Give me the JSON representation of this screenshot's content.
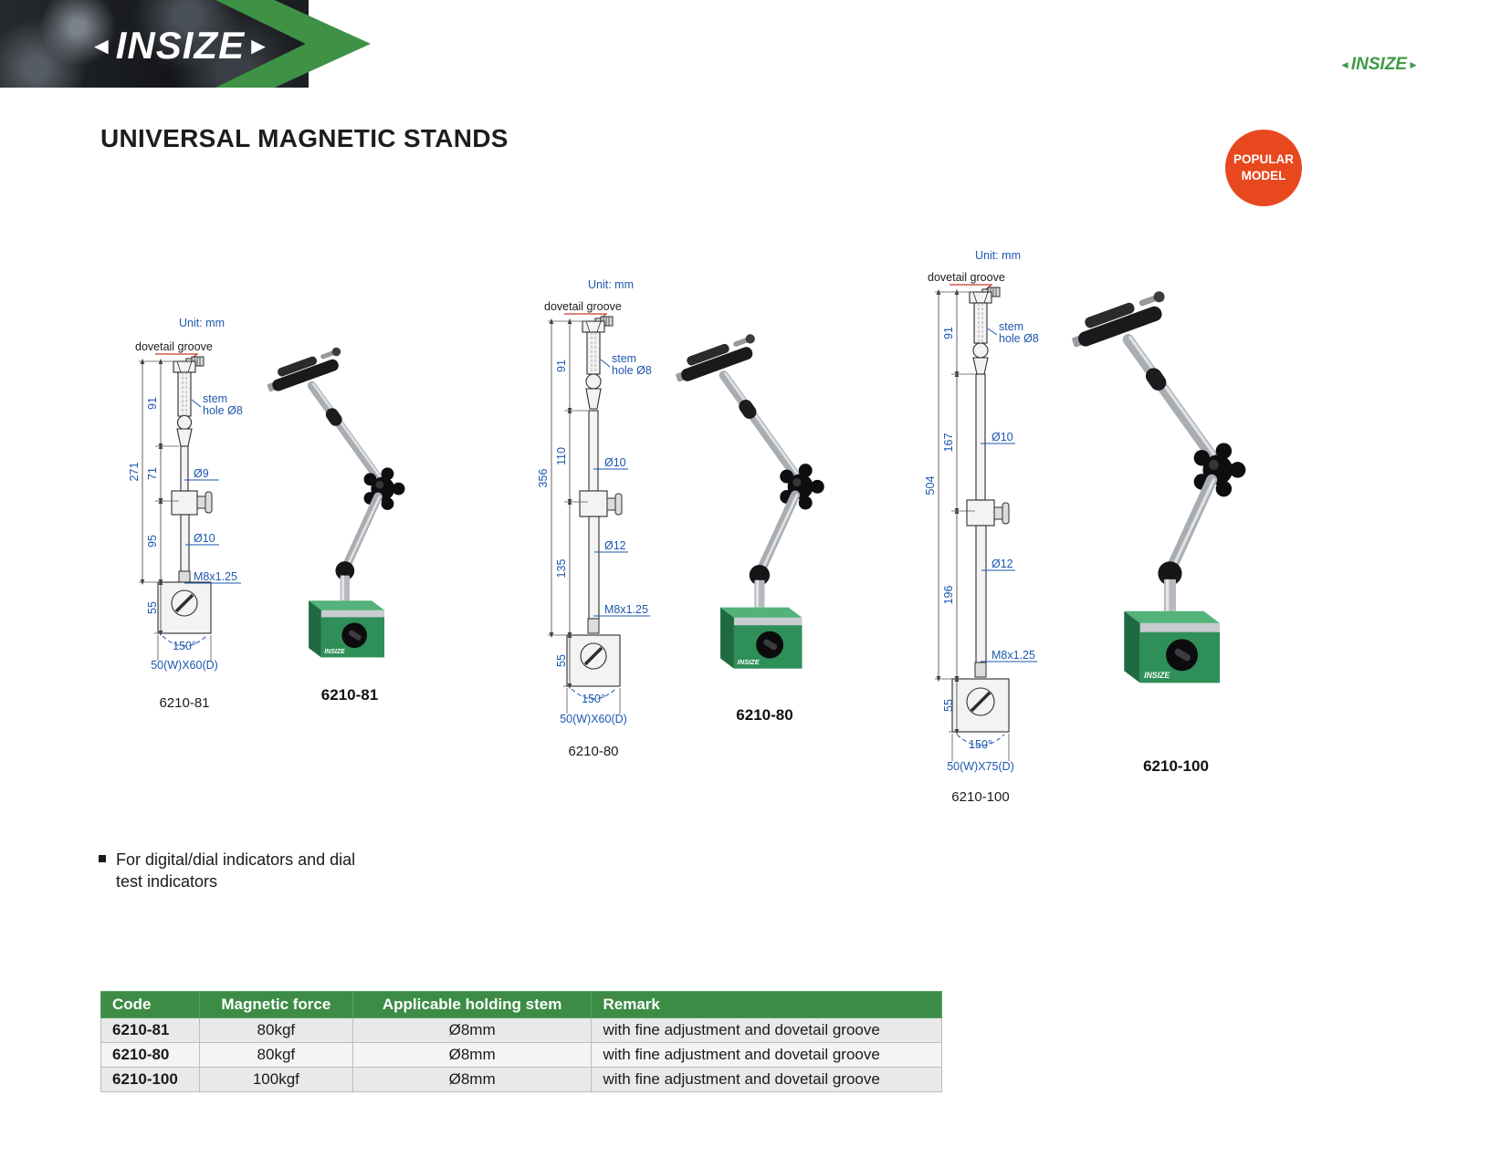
{
  "header": {
    "brand": "INSIZE",
    "brand_right": "INSIZE"
  },
  "page": {
    "title": "UNIVERSAL MAGNETIC STANDS",
    "badge_line1": "POPULAR",
    "badge_line2": "MODEL",
    "note_line1": "For digital/dial indicators and dial",
    "note_line2": "test indicators"
  },
  "colors": {
    "brand_green": "#3f9145",
    "badge_red": "#e8481e",
    "dimension_blue": "#1d57ae"
  },
  "diagrams": [
    {
      "code": "6210-81",
      "unit": "Unit: mm",
      "dovetail": "dovetail groove",
      "stem_hole_l1": "stem",
      "stem_hole_l2": "hole Ø8",
      "dim_overall": "271",
      "dim_top": "91",
      "dim_mid": "71",
      "dim_lower": "95",
      "dim_base": "55",
      "dia_mid": "Ø9",
      "dia_lower": "Ø10",
      "thread": "M8x1.25",
      "swivel": "150°",
      "base_size": "50(W)X60(D)"
    },
    {
      "code": "6210-80",
      "unit": "Unit: mm",
      "dovetail": "dovetail groove",
      "stem_hole_l1": "stem",
      "stem_hole_l2": "hole Ø8",
      "dim_overall": "356",
      "dim_top": "91",
      "dim_mid": "110",
      "dim_lower": "135",
      "dim_base": "55",
      "dia_mid": "Ø10",
      "dia_lower": "Ø12",
      "thread": "M8x1.25",
      "swivel": "150°",
      "base_size": "50(W)X60(D)"
    },
    {
      "code": "6210-100",
      "unit": "Unit: mm",
      "dovetail": "dovetail groove",
      "stem_hole_l1": "stem",
      "stem_hole_l2": "hole Ø8",
      "dim_overall": "504",
      "dim_top": "91",
      "dim_mid": "167",
      "dim_lower": "196",
      "dim_base": "55",
      "dia_mid": "Ø10",
      "dia_lower": "Ø12",
      "thread": "M8x1.25",
      "swivel": "150°",
      "base_size": "50(W)X75(D)"
    }
  ],
  "photos": [
    {
      "label": "6210-81",
      "brand": "INSIZE"
    },
    {
      "label": "6210-80",
      "brand": "INSIZE"
    },
    {
      "label": "6210-100",
      "brand": "INSIZE"
    }
  ],
  "table": {
    "headers": [
      "Code",
      "Magnetic force",
      "Applicable holding stem",
      "Remark"
    ],
    "rows": [
      [
        "6210-81",
        "80kgf",
        "Ø8mm",
        "with fine adjustment and dovetail groove"
      ],
      [
        "6210-80",
        "80kgf",
        "Ø8mm",
        "with fine adjustment and dovetail groove"
      ],
      [
        "6210-100",
        "100kgf",
        "Ø8mm",
        "with fine adjustment and dovetail groove"
      ]
    ]
  }
}
